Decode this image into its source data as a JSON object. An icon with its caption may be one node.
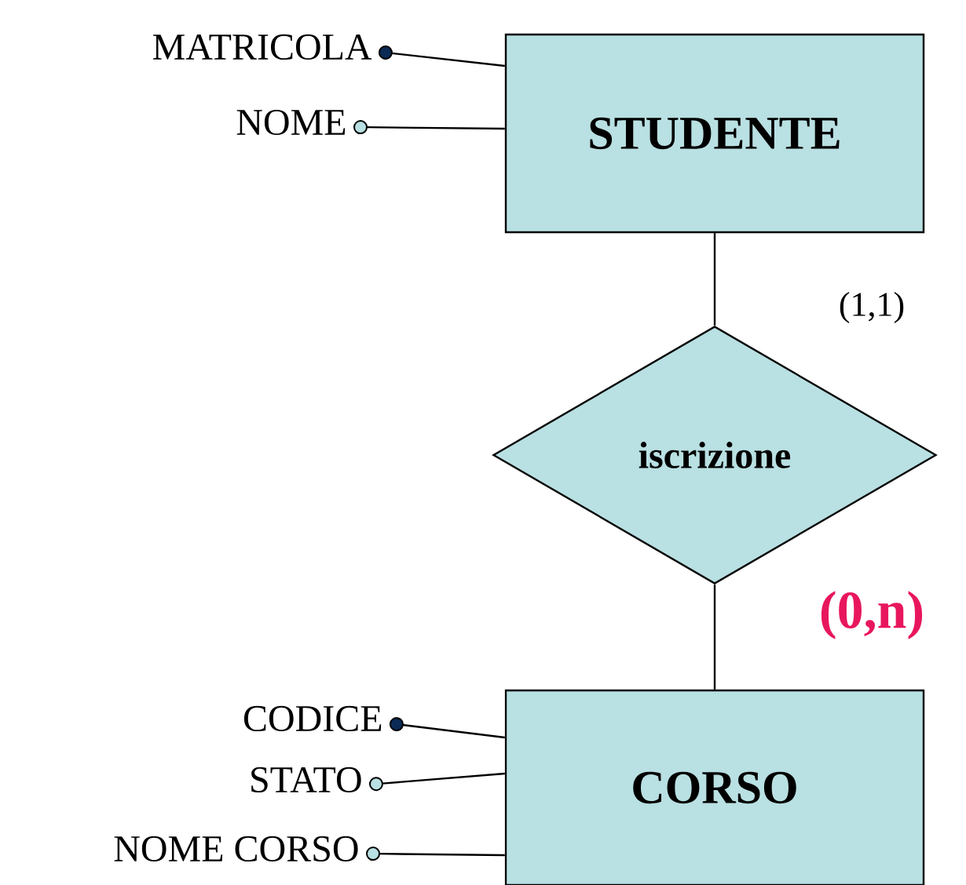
{
  "diagram": {
    "nodes": [
      {
        "text": [
          "STUDENTE"
        ]
      },
      {
        "text": [
          "MATRICOLA"
        ]
      },
      {
        "text": [
          "NOME"
        ]
      },
      {
        "text": [
          "iscrizione"
        ]
      },
      {
        "text": [
          "CORSO"
        ]
      },
      {
        "text": [
          "CODICE"
        ]
      },
      {
        "text": [
          "STATO"
        ]
      },
      {
        "text": [
          "NOME CORSO"
        ]
      }
    ],
    "edges": [
      {
        "from": 0,
        "to": 3,
        "arrow": "none",
        "label": "(1,1)"
      },
      {
        "from": 3,
        "to": 4,
        "arrow": "none",
        "label": "(0,n)"
      },
      {
        "from": 1,
        "to": 0,
        "arrow": "other"
      },
      {
        "from": 2,
        "to": 0,
        "arrow": "other"
      },
      {
        "from": 5,
        "to": 4,
        "arrow": "other"
      },
      {
        "from": 6,
        "to": 4,
        "arrow": "other"
      },
      {
        "from": 7,
        "to": 4,
        "arrow": "other"
      }
    ]
  }
}
